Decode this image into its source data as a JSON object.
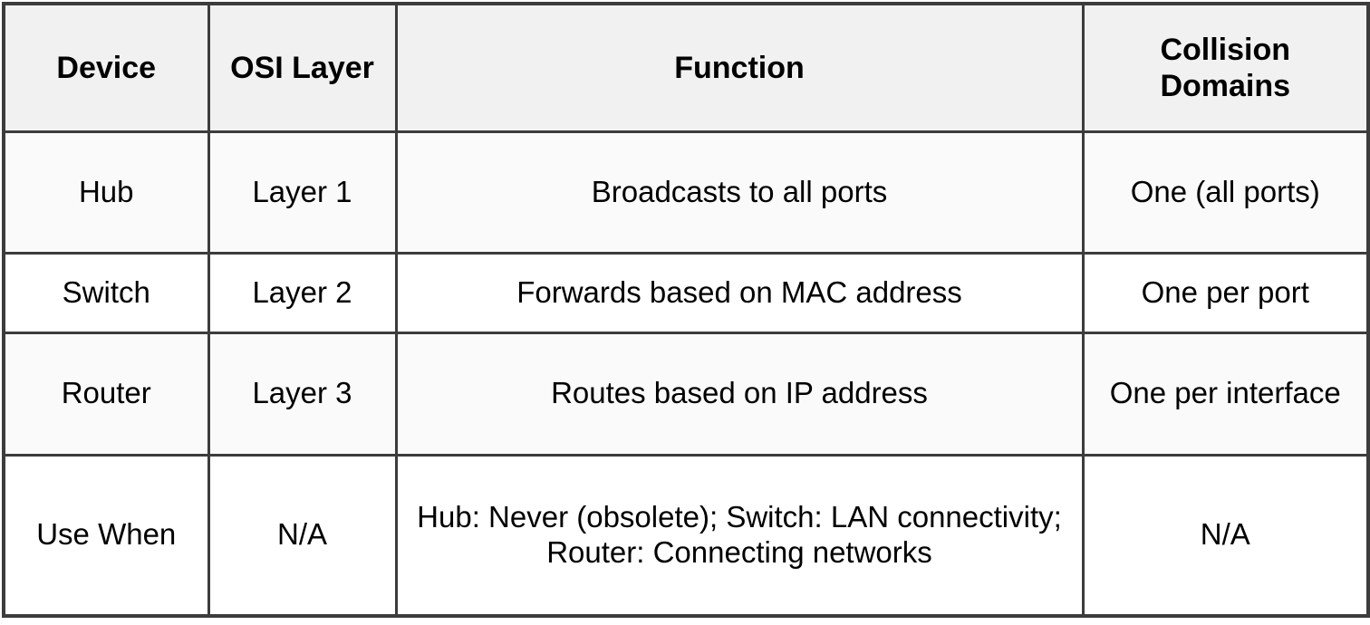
{
  "table": {
    "headers": [
      {
        "label": "Device",
        "key": "device"
      },
      {
        "label": "OSI Layer",
        "key": "osi_layer"
      },
      {
        "label": "Function",
        "key": "function"
      },
      {
        "label": "Collision Domains",
        "key": "collision_domains"
      }
    ],
    "rows": [
      {
        "device": "Hub",
        "osi_layer": "Layer 1",
        "function": "Broadcasts to all ports",
        "collision_domains": "One (all ports)"
      },
      {
        "device": "Switch",
        "osi_layer": "Layer 2",
        "function": "Forwards based on MAC address",
        "collision_domains": "One per port"
      },
      {
        "device": "Router",
        "osi_layer": "Layer 3",
        "function": "Routes based on IP address",
        "collision_domains": "One per interface"
      },
      {
        "device": "Use When",
        "osi_layer": "N/A",
        "function": "Hub: Never (obsolete); Switch: LAN connectivity; Router: Connecting networks",
        "collision_domains": "N/A"
      }
    ]
  },
  "colors": {
    "border": "#3c3c3c",
    "header_background": "#f1f1f1",
    "shaded_row_background": "#fafafa",
    "plain_row_background": "#ffffff",
    "text": "#000000"
  }
}
